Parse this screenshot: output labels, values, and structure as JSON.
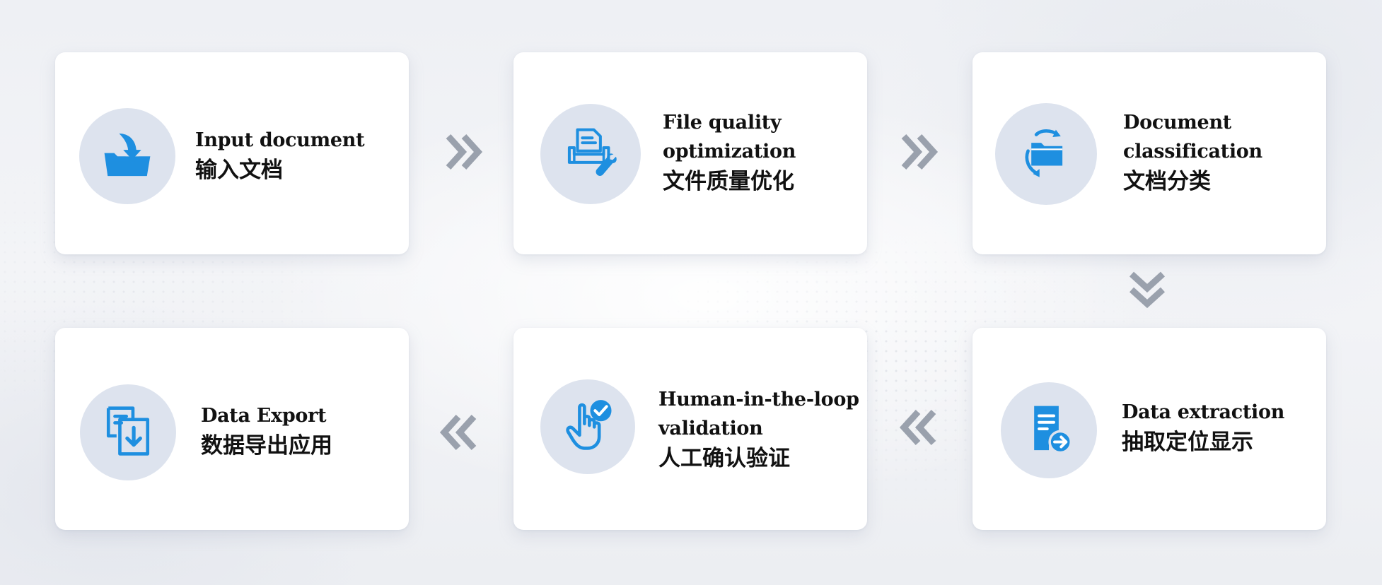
{
  "steps": [
    {
      "en": "Input document",
      "zh": "输入文档",
      "icon": "folder-download-icon"
    },
    {
      "en": "File quality optimization",
      "zh": "文件质量优化",
      "icon": "document-wrench-icon"
    },
    {
      "en": "Document classification",
      "zh": "文档分类",
      "icon": "folder-sync-icon"
    },
    {
      "en": "Data extraction",
      "zh": "抽取定位显示",
      "icon": "document-arrow-icon"
    },
    {
      "en": "Human-in-the-loop validation",
      "zh": "人工确认验证",
      "icon": "hand-check-icon"
    },
    {
      "en": "Data Export",
      "zh": "数据导出应用",
      "icon": "export-download-icon"
    }
  ],
  "colors": {
    "accent": "#1e8fe0",
    "icon_circle": "#dde3ee",
    "arrow": "#9aa1ad",
    "text": "#111111",
    "card": "#ffffff"
  }
}
